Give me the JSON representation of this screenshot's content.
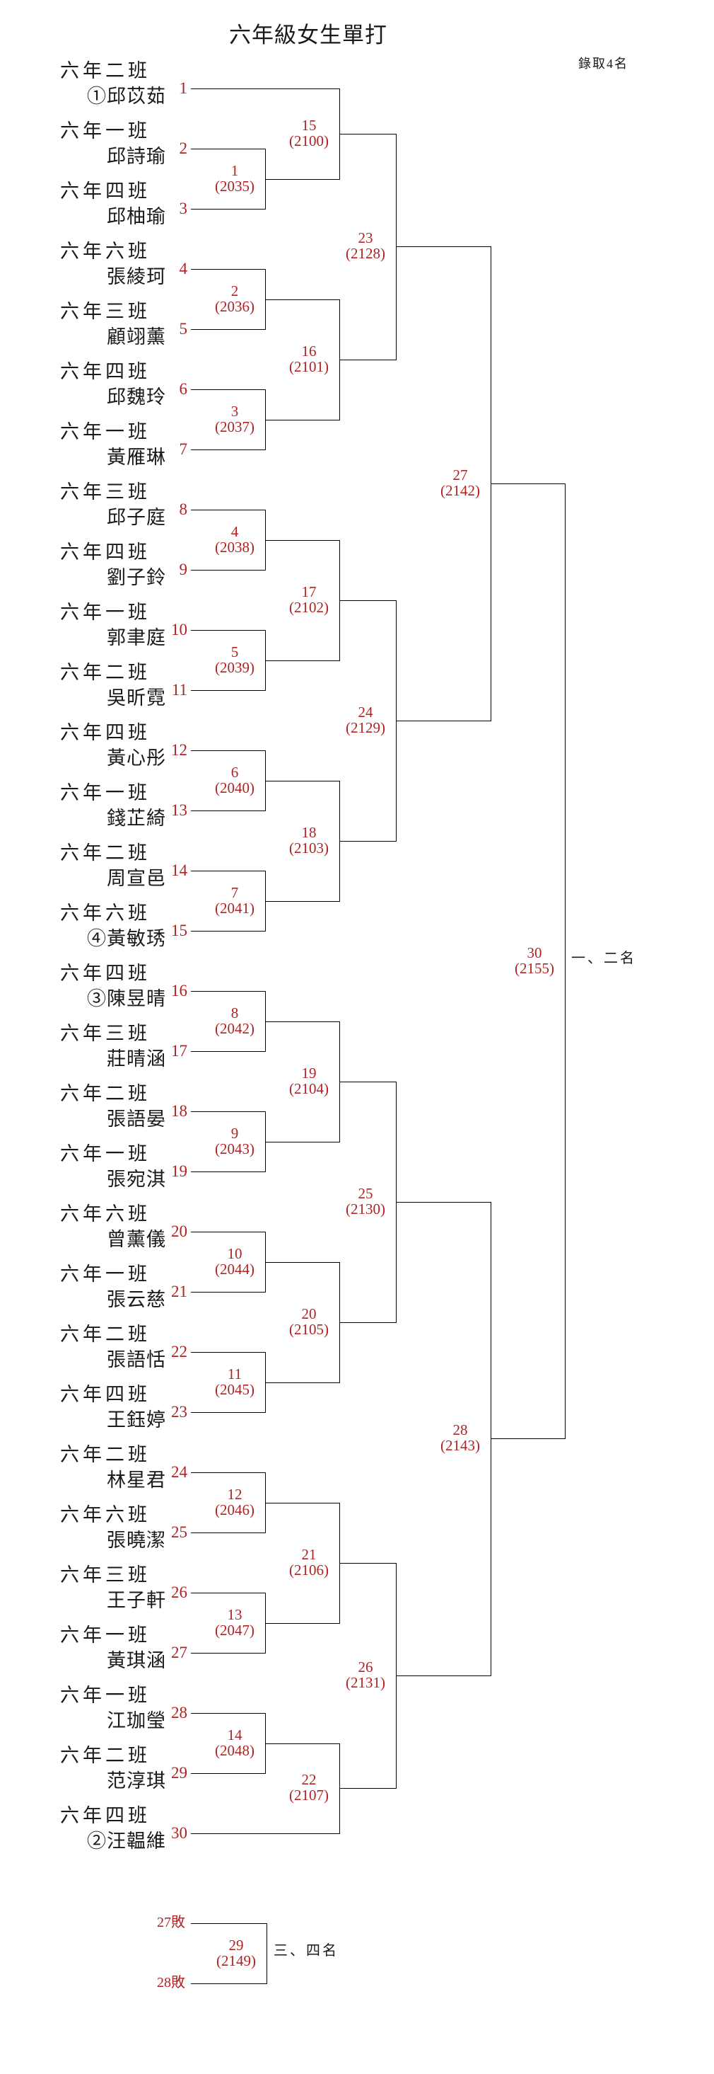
{
  "title": "六年級女生單打",
  "note": "錄取4名",
  "final_label": "一、二名",
  "third_label": "三、四名",
  "third_top": "27敗",
  "third_bottom": "28敗",
  "colors": {
    "accent": "#b22222",
    "text": "#1a1a1a",
    "line": "#000000"
  },
  "players": [
    {
      "seed": "1",
      "cls": "六年二班",
      "name": "①邱苡茹"
    },
    {
      "seed": "2",
      "cls": "六年一班",
      "name": "邱詩瑜"
    },
    {
      "seed": "3",
      "cls": "六年四班",
      "name": "邱柚瑜"
    },
    {
      "seed": "4",
      "cls": "六年六班",
      "name": "張綾珂"
    },
    {
      "seed": "5",
      "cls": "六年三班",
      "name": "顧翊薰"
    },
    {
      "seed": "6",
      "cls": "六年四班",
      "name": "邱魏玲"
    },
    {
      "seed": "7",
      "cls": "六年一班",
      "name": "黃雁琳"
    },
    {
      "seed": "8",
      "cls": "六年三班",
      "name": "邱子庭"
    },
    {
      "seed": "9",
      "cls": "六年四班",
      "name": "劉子鈴"
    },
    {
      "seed": "10",
      "cls": "六年一班",
      "name": "郭聿庭"
    },
    {
      "seed": "11",
      "cls": "六年二班",
      "name": "吳昕霓"
    },
    {
      "seed": "12",
      "cls": "六年四班",
      "name": "黃心彤"
    },
    {
      "seed": "13",
      "cls": "六年一班",
      "name": "錢芷綺"
    },
    {
      "seed": "14",
      "cls": "六年二班",
      "name": "周宣邑"
    },
    {
      "seed": "15",
      "cls": "六年六班",
      "name": "④黃敏琇"
    },
    {
      "seed": "16",
      "cls": "六年四班",
      "name": "③陳昱晴"
    },
    {
      "seed": "17",
      "cls": "六年三班",
      "name": "莊晴涵"
    },
    {
      "seed": "18",
      "cls": "六年二班",
      "name": "張語晏"
    },
    {
      "seed": "19",
      "cls": "六年一班",
      "name": "張宛淇"
    },
    {
      "seed": "20",
      "cls": "六年六班",
      "name": "曾薰儀"
    },
    {
      "seed": "21",
      "cls": "六年一班",
      "name": "張云慈"
    },
    {
      "seed": "22",
      "cls": "六年二班",
      "name": "張語恬"
    },
    {
      "seed": "23",
      "cls": "六年四班",
      "name": "王鈺婷"
    },
    {
      "seed": "24",
      "cls": "六年二班",
      "name": "林星君"
    },
    {
      "seed": "25",
      "cls": "六年六班",
      "name": "張曉潔"
    },
    {
      "seed": "26",
      "cls": "六年三班",
      "name": "王子軒"
    },
    {
      "seed": "27",
      "cls": "六年一班",
      "name": "黃琪涵"
    },
    {
      "seed": "28",
      "cls": "六年一班",
      "name": "江珈瑩"
    },
    {
      "seed": "29",
      "cls": "六年二班",
      "name": "范淳琪"
    },
    {
      "seed": "30",
      "cls": "六年四班",
      "name": "②汪韞維"
    }
  ],
  "matches": [
    {
      "no": "1",
      "time": "(2035)"
    },
    {
      "no": "2",
      "time": "(2036)"
    },
    {
      "no": "3",
      "time": "(2037)"
    },
    {
      "no": "4",
      "time": "(2038)"
    },
    {
      "no": "5",
      "time": "(2039)"
    },
    {
      "no": "6",
      "time": "(2040)"
    },
    {
      "no": "7",
      "time": "(2041)"
    },
    {
      "no": "8",
      "time": "(2042)"
    },
    {
      "no": "9",
      "time": "(2043)"
    },
    {
      "no": "10",
      "time": "(2044)"
    },
    {
      "no": "11",
      "time": "(2045)"
    },
    {
      "no": "12",
      "time": "(2046)"
    },
    {
      "no": "13",
      "time": "(2047)"
    },
    {
      "no": "14",
      "time": "(2048)"
    },
    {
      "no": "15",
      "time": "(2100)"
    },
    {
      "no": "16",
      "time": "(2101)"
    },
    {
      "no": "17",
      "time": "(2102)"
    },
    {
      "no": "18",
      "time": "(2103)"
    },
    {
      "no": "19",
      "time": "(2104)"
    },
    {
      "no": "20",
      "time": "(2105)"
    },
    {
      "no": "21",
      "time": "(2106)"
    },
    {
      "no": "22",
      "time": "(2107)"
    },
    {
      "no": "23",
      "time": "(2128)"
    },
    {
      "no": "24",
      "time": "(2129)"
    },
    {
      "no": "25",
      "time": "(2130)"
    },
    {
      "no": "26",
      "time": "(2131)"
    },
    {
      "no": "27",
      "time": "(2142)"
    },
    {
      "no": "28",
      "time": "(2143)"
    },
    {
      "no": "29",
      "time": "(2149)"
    },
    {
      "no": "30",
      "time": "(2155)"
    }
  ]
}
